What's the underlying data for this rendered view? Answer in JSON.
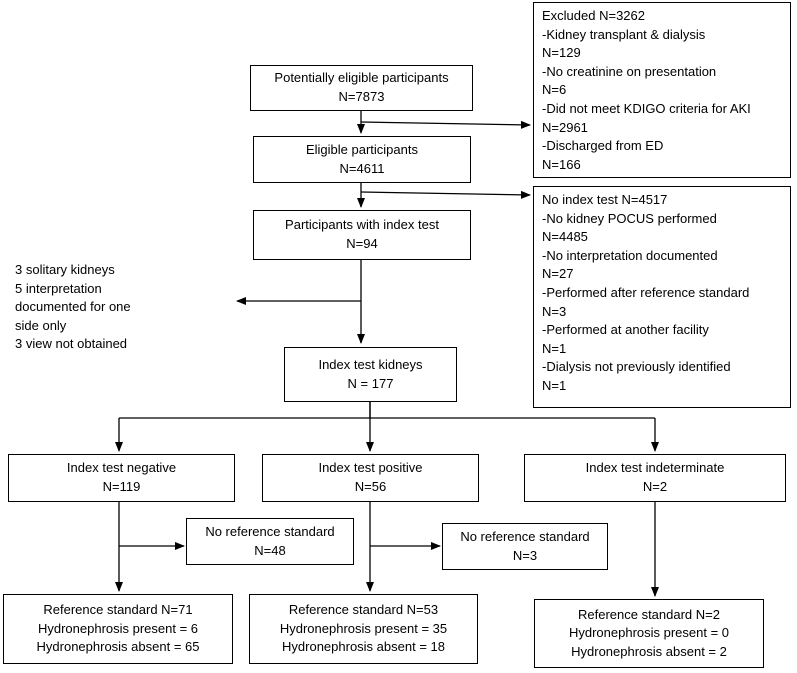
{
  "boxes": {
    "potentially_eligible": [
      "Potentially eligible participants",
      "N=7873"
    ],
    "eligible": [
      "Eligible participants",
      "N=4611"
    ],
    "with_index_test": [
      "Participants with index test",
      "N=94"
    ],
    "index_kidneys": [
      "Index test kidneys",
      "N = 177"
    ],
    "negative": [
      "Index test negative",
      "N=119"
    ],
    "positive": [
      "Index test positive",
      "N=56"
    ],
    "indeterminate": [
      "Index test indeterminate",
      "N=2"
    ],
    "no_ref_negative": [
      "No reference standard",
      "N=48"
    ],
    "no_ref_positive": [
      "No reference standard",
      "N=3"
    ],
    "ref_negative": [
      "Reference standard N=71",
      "Hydronephrosis present = 6",
      "Hydronephrosis absent = 65"
    ],
    "ref_positive": [
      "Reference standard N=53",
      "Hydronephrosis present = 35",
      "Hydronephrosis absent = 18"
    ],
    "ref_indeterminate": [
      "Reference standard N=2",
      "Hydronephrosis present = 0",
      "Hydronephrosis absent = 2"
    ],
    "excluded": [
      "Excluded N=3262",
      "-Kidney transplant & dialysis",
      "N=129",
      "-No creatinine on presentation",
      "N=6",
      "-Did not meet KDIGO criteria for AKI",
      "N=2961",
      "-Discharged from ED",
      "N=166"
    ],
    "no_index": [
      "No index test  N=4517",
      "-No kidney POCUS performed",
      "N=4485",
      "-No interpretation documented",
      "N=27",
      "-Performed after reference standard",
      "N=3",
      "-Performed at another facility",
      "N=1",
      "-Dialysis not previously identified",
      "N=1"
    ]
  },
  "side_note": [
    "3 solitary kidneys",
    "5 interpretation",
    "documented for one",
    "side only",
    "3 view not obtained"
  ]
}
